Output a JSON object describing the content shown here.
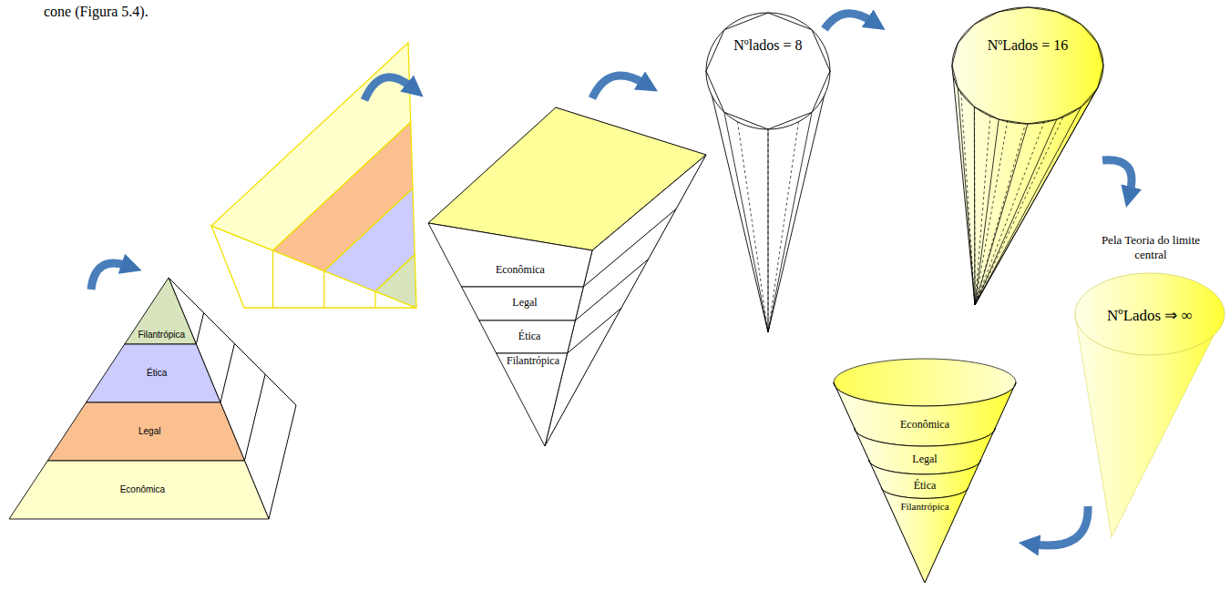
{
  "diagram": {
    "nodes": [
      {
        "text": [
          "Filantrópica"
        ]
      },
      {
        "text": [
          "Ética"
        ]
      },
      {
        "text": [
          "Legal"
        ]
      },
      {
        "text": [
          "Econômica"
        ]
      },
      {
        "text": [
          "Econômica"
        ]
      },
      {
        "text": [
          "Legal"
        ]
      },
      {
        "text": [
          "Ética"
        ]
      },
      {
        "text": [
          "Filantrópica"
        ]
      },
      {
        "text": [
          "Nºlados = 8"
        ]
      },
      {
        "text": [
          "NºLados = 16"
        ]
      },
      {
        "text": [
          "NºLados ⇒ ∞"
        ]
      },
      {
        "text": [
          "Econômica"
        ]
      },
      {
        "text": [
          "Legal"
        ]
      },
      {
        "text": [
          "Ética"
        ]
      },
      {
        "text": [
          "Filantrópica"
        ]
      }
    ],
    "labels": [
      "cone (Figura 5.4).",
      "Pela Teoria do limite central"
    ]
  }
}
